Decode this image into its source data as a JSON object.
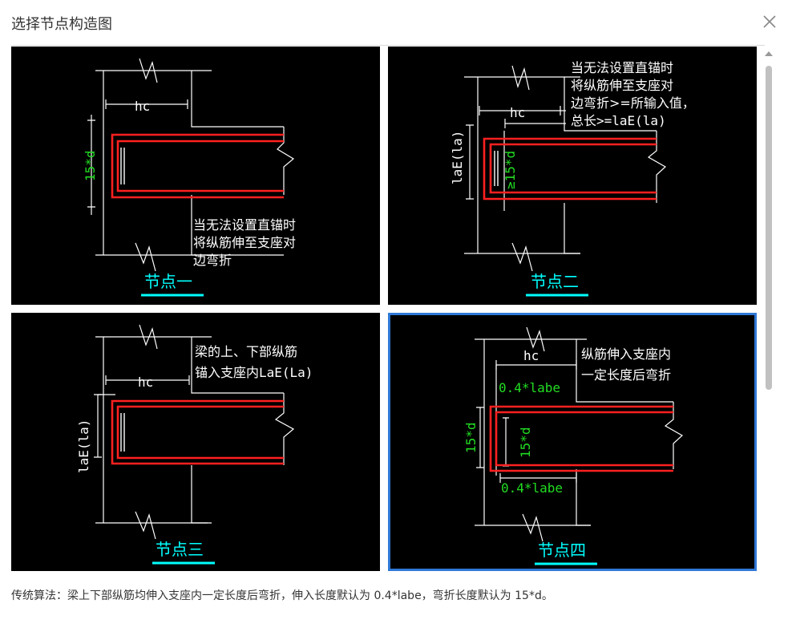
{
  "dialog": {
    "title": "选择节点构造图",
    "description": "传统算法：梁上下部纵筋均伸入支座内一定长度后弯折，伸入长度默认为 0.4*labe，弯折长度默认为 15*d。"
  },
  "nodes": [
    {
      "name": "节点一",
      "selected": false,
      "texts": {
        "hc": "hc",
        "dim": "15*d",
        "note1": "当无法设置直锚时",
        "note2": "将纵筋伸至支座对",
        "note3": "边弯折"
      }
    },
    {
      "name": "节点二",
      "selected": false,
      "texts": {
        "hc": "hc",
        "vdim": "laE(la)",
        "dim": "≥15*d",
        "note1": "当无法设置直锚时",
        "note2": "将纵筋伸至支座对",
        "note3": "边弯折>=所输入值，",
        "note4": "总长>=laE(la)"
      }
    },
    {
      "name": "节点三",
      "selected": false,
      "texts": {
        "hc": "hc",
        "vdim": "laE(la)",
        "note1": "梁的上、下部纵筋",
        "note2": "锚入支座内LaE(La)"
      }
    },
    {
      "name": "节点四",
      "selected": true,
      "texts": {
        "hc": "hc",
        "dim_outer": "15*d",
        "dim_inner": "15*d",
        "top_len": "0.4*labe",
        "bot_len": "0.4*labe",
        "note1": "纵筋伸入支座内",
        "note2": "一定长度后弯折"
      }
    }
  ],
  "colors": {
    "rebar": "#ff2020",
    "dim_green": "#22dd22",
    "label_cyan": "#00ffff",
    "selected_border": "#2f78d6"
  },
  "icons": {
    "close": "close-icon"
  }
}
